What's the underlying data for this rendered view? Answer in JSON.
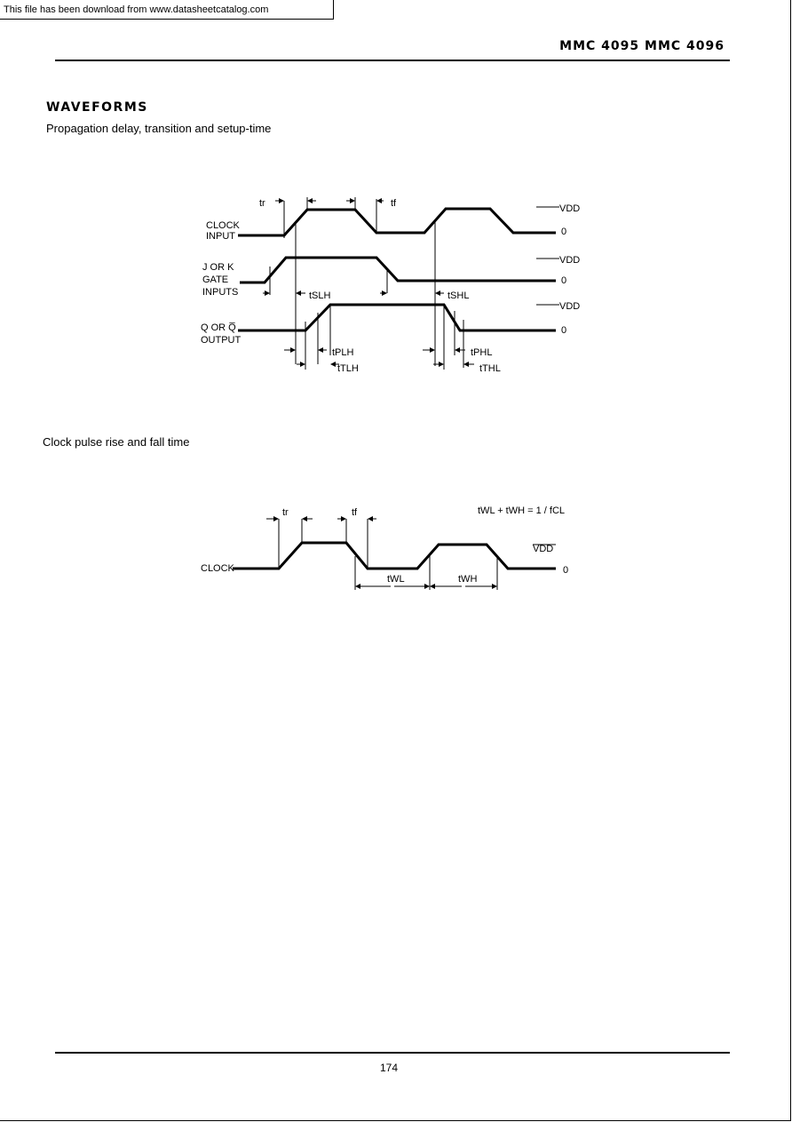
{
  "notice": "This file has been download from  www.datasheetcatalog.com",
  "header": {
    "part_title": "MMC 4095  MMC 4096"
  },
  "section": {
    "title": "WAVEFORMS"
  },
  "figure1": {
    "caption": "Propagation delay, transition and setup-time",
    "signal_labels": {
      "clock_line1": "CLOCK",
      "clock_line2": "INPUT",
      "jk_line1": "J OR K",
      "jk_line2": "GATE",
      "jk_line3": "INPUTS",
      "q_line1": "Q OR Q̅",
      "q_line2": "OUTPUT"
    },
    "level_vdd": "VDD",
    "level_zero": "0",
    "timing_labels": {
      "tr": "tr",
      "tf": "tf",
      "tslh": "tSLH",
      "tshl": "tSHL",
      "tplh": "tPLH",
      "ttlh": "tTLH",
      "tphl": "tPHL",
      "tthl": "tTHL"
    }
  },
  "figure2": {
    "caption": "Clock pulse rise and fall time",
    "clock_label": "CLOCK",
    "formula": "tWL + tWH = 1 / fCL",
    "timing_labels": {
      "tr": "tr",
      "tf": "tf",
      "twl": "tWL",
      "twh": "tWH"
    },
    "level_vdd": "VDD",
    "level_zero": "0"
  },
  "footer": {
    "page_number": "174"
  }
}
